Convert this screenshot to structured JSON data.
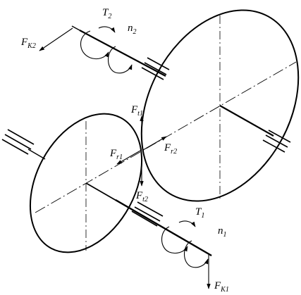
{
  "colors": {
    "ink": "#000000",
    "background": "#ffffff"
  },
  "labels": {
    "t2": {
      "base": "T",
      "sub": "2"
    },
    "n2": {
      "base": "n",
      "sub": "2"
    },
    "fk2": {
      "base": "F",
      "sub": "K2"
    },
    "ft1": {
      "base": "F",
      "sub": "t1"
    },
    "fr1": {
      "base": "F",
      "sub": "r1"
    },
    "fr2": {
      "base": "F",
      "sub": "r2"
    },
    "ft2": {
      "base": "F",
      "sub": "t2"
    },
    "t1": {
      "base": "T",
      "sub": "1"
    },
    "n1": {
      "base": "n",
      "sub": "1"
    },
    "fk1": {
      "base": "F",
      "sub": "K1"
    }
  }
}
